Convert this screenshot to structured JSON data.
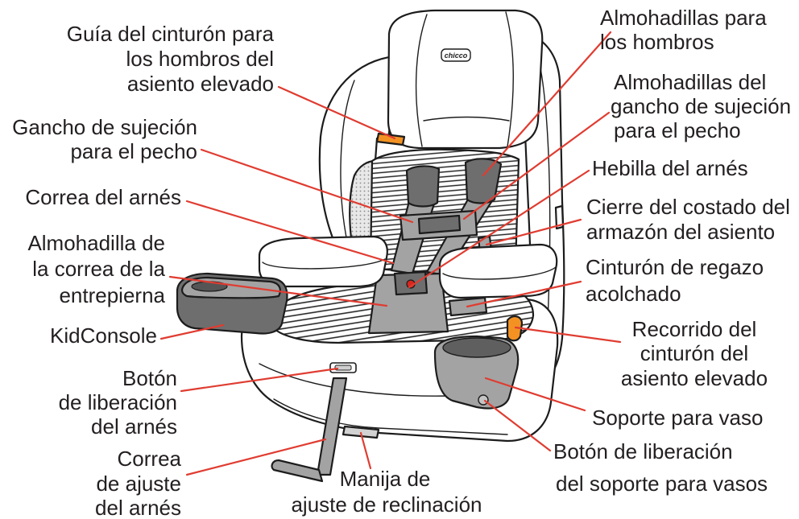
{
  "colors": {
    "leader_line": "#e03c31",
    "accent_orange": "#f39223",
    "harness_gray": "#a3a3a3",
    "dark_gray": "#6e6e6e",
    "label_text": "#231f20"
  },
  "logo": {
    "text": "chicco"
  },
  "labels": {
    "booster_shoulder_belt_guide": [
      "Guía del cinturón para",
      "los hombros del",
      "asiento elevado"
    ],
    "chest_clip": [
      "Gancho de sujeción",
      "para el pecho"
    ],
    "harness_strap": [
      "Correa del arnés"
    ],
    "crotch_strap_pad": [
      "Almohadilla de",
      "la correa de la",
      "entrepierna"
    ],
    "kidconsole": [
      "KidConsole"
    ],
    "harness_release_button": [
      "Botón",
      "de liberación",
      "del arnés"
    ],
    "harness_adjust_strap": [
      "Correa",
      "de ajuste",
      "del arnés"
    ],
    "recline_handle": [
      "Manija de",
      "ajuste de reclinación"
    ],
    "shoulder_pads": [
      "Almohadillas para",
      "los hombros"
    ],
    "chest_clip_pads": [
      "Almohadillas del",
      "gancho de sujeción",
      "para el pecho"
    ],
    "harness_buckle": [
      "Hebilla del arnés"
    ],
    "side_shell_latch": [
      "Cierre del costado del",
      "armazón del asiento"
    ],
    "padded_lap_belt": [
      "Cinturón de regazo",
      "acolchado"
    ],
    "booster_belt_path": [
      "Recorrido del",
      "cinturón del",
      "asiento elevado"
    ],
    "cup_holder": [
      "Soporte para vaso"
    ],
    "cup_holder_release_button": [
      "Botón de liberación",
      "del soporte para vasos"
    ]
  }
}
